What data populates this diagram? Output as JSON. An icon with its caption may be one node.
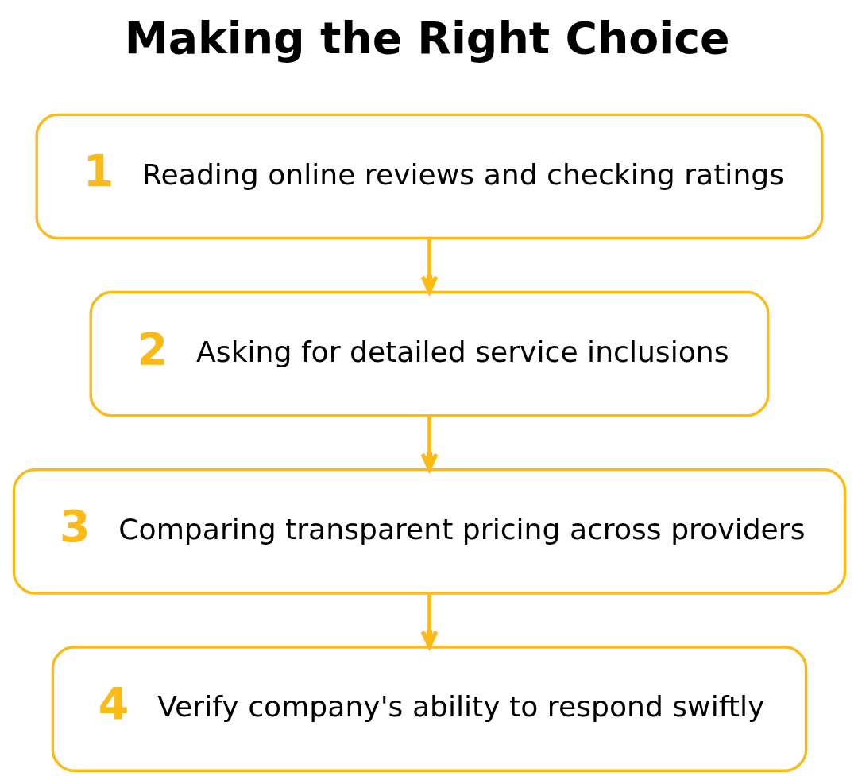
{
  "diagram": {
    "title": "Making the Right Choice",
    "nodes": [
      {
        "text": [
          "1",
          "Reading online reviews and checking ratings"
        ]
      },
      {
        "text": [
          "2",
          "Asking for detailed service inclusions"
        ]
      },
      {
        "text": [
          "3",
          "Comparing transparent pricing across providers"
        ]
      },
      {
        "text": [
          "4",
          "Verify company's ability to respond swiftly"
        ]
      }
    ],
    "edges": [
      {
        "from": 0,
        "to": 1,
        "arrow": "to"
      },
      {
        "from": 1,
        "to": 2,
        "arrow": "to"
      },
      {
        "from": 2,
        "to": 3,
        "arrow": "to"
      }
    ]
  }
}
